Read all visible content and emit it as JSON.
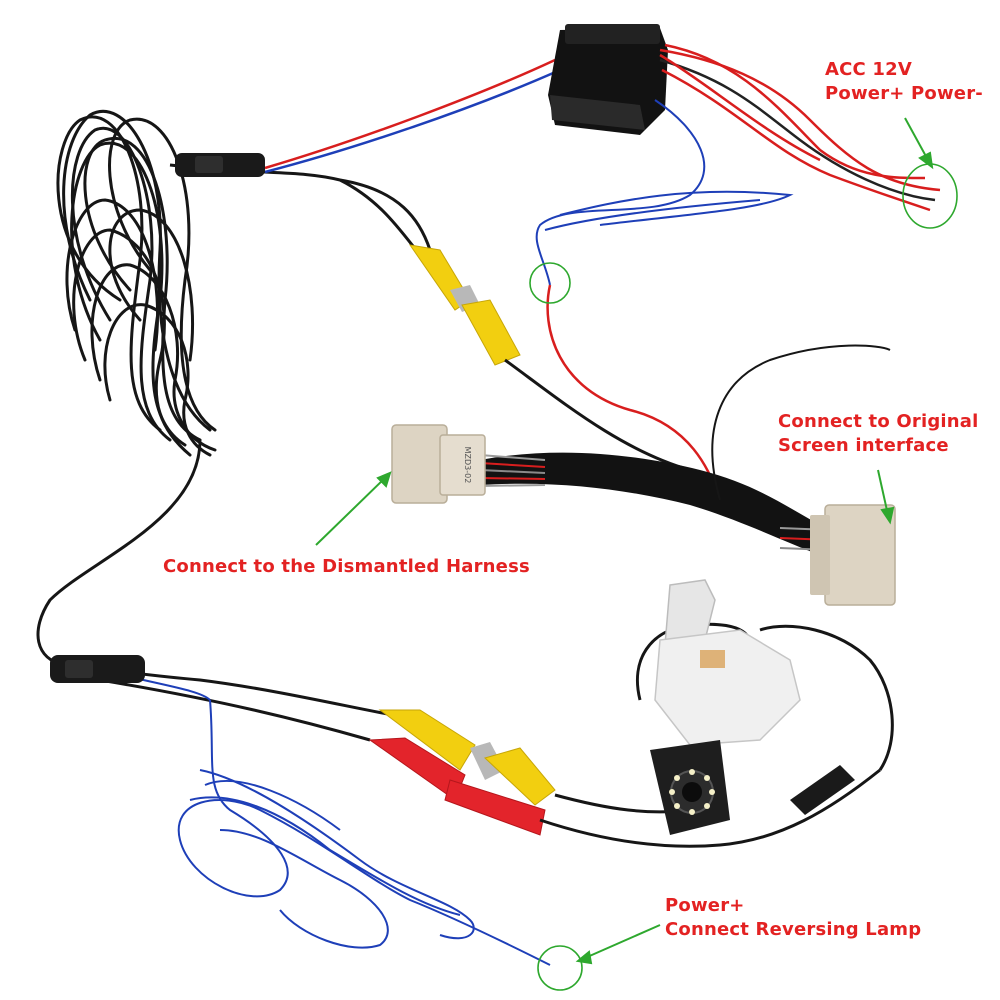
{
  "labels": {
    "acc": {
      "line1": "ACC 12V",
      "line2": "Power+ Power-"
    },
    "screen": {
      "line1": "Connect to Original",
      "line2": "Screen interface"
    },
    "harness": {
      "text": "Connect to the Dismantled Harness"
    },
    "lamp": {
      "line1": "Power+",
      "line2": "Connect Reversing Lamp"
    },
    "connector_print": "MZD3-02"
  },
  "colors": {
    "label_text": "#e32222",
    "arrow": "#2ea82e",
    "highlight_circle": "#2ea82e",
    "cable_black": "#161616",
    "wire_red": "#d81e1e",
    "wire_blue": "#1e3fb8",
    "rca_yellow": "#f2cf10",
    "rca_red": "#e3242b",
    "connector_beige": "#ddd4c3"
  }
}
